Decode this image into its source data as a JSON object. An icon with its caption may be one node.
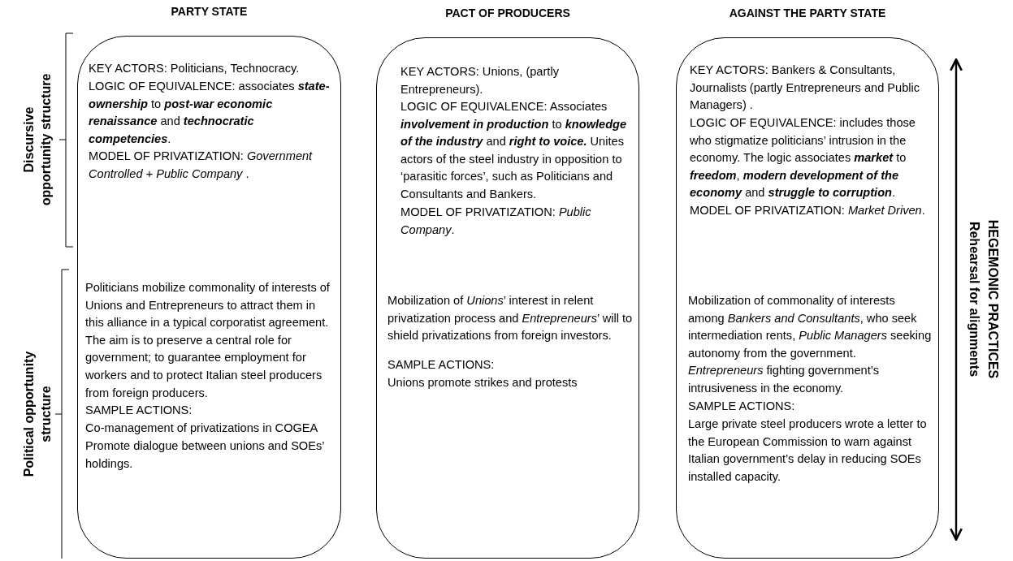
{
  "diagram": {
    "nodes": [
      {
        "text": [
          "PARTY STATE",
          "KEY ACTORS: Politicians, Technocracy.",
          "LOGIC OF EQUIVALENCE: associates **state-ownership** to **post-war economic renaissance** and **technocratic competencies**.",
          "MODEL OF PRIVATIZATION: *Government Controlled + Public Company* .",
          "Politicians mobilize commonality of interests of Unions and Entrepreneurs to attract them in this alliance in a typical corporatist agreement. The aim is to preserve a central role for government; to guarantee employment for workers and to protect Italian steel producers from foreign producers.",
          "SAMPLE ACTIONS:",
          "Co-management of privatizations in COGEA",
          "Promote dialogue between unions and SOEs’ holdings."
        ]
      },
      {
        "text": [
          "PACT OF PRODUCERS",
          "KEY ACTORS: Unions, (partly Entrepreneurs).",
          "LOGIC OF EQUIVALENCE: Associates **involvement in production** to **knowledge of the industry** and **right to voice.** Unites actors of the steel industry in opposition to ‘parasitic forces’, such as Politicians and Consultants and Bankers.",
          "MODEL OF PRIVATIZATION: *Public Company*.",
          "Mobilization of *Unions*’ interest in relent privatization process and *Entrepreneurs*’ will to shield privatizations from foreign investors.",
          "SAMPLE ACTIONS:",
          "Unions promote strikes and protests"
        ]
      },
      {
        "text": [
          "AGAINST THE PARTY STATE",
          "KEY ACTORS: Bankers & Consultants, Journalists (partly Entrepreneurs and Public Managers) .",
          "LOGIC OF EQUIVALENCE: includes those who stigmatize politicians’ intrusion in the economy. The logic associates **market** to **freedom**, **modern development of the economy** and **struggle to corruption**.",
          "MODEL OF PRIVATIZATION: *Market Driven*.",
          "Mobilization of commonality of interests among *Bankers and Consultants*, who seek intermediation rents, *Public Managers* seeking autonomy from the government. *Entrepreneurs* fighting government’s intrusiveness in the economy.",
          "SAMPLE ACTIONS:",
          "Large private steel producers wrote a letter to the European Commission to warn against Italian government’s delay in reducing SOEs installed capacity."
        ]
      }
    ],
    "labels": [
      "Discursive opportunity structure",
      "Political opportunity structure",
      "HEGEMONIC PRACTICES",
      "Rehearsal for alignments"
    ]
  }
}
